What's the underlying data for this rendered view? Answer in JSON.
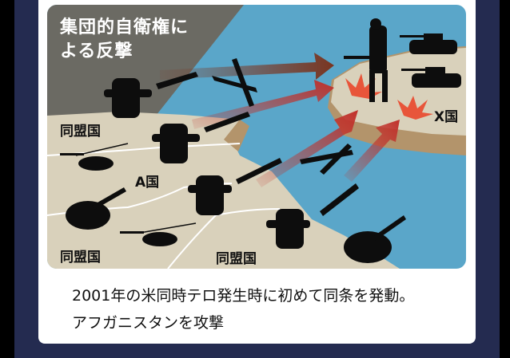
{
  "illustration": {
    "heading_line1": "集団的自衛権に",
    "heading_line2": "よる反撃",
    "labels": {
      "ally_top_left": "同盟国",
      "ally_bottom_left": "同盟国",
      "ally_bottom_center": "同盟国",
      "country_a": "A国",
      "country_x": "X国"
    },
    "colors": {
      "sea": "#5aa6c9",
      "land": "#d9d1bb",
      "shadow": "#6b6a63",
      "arrow_brown": "#7a3520",
      "arrow_red": "#c0302a",
      "navy": "#242b50"
    }
  },
  "caption": {
    "line1": "2001年の米同時テロ発生時に初めて同条を発動。",
    "line2": "アフガニスタンを攻撃"
  }
}
